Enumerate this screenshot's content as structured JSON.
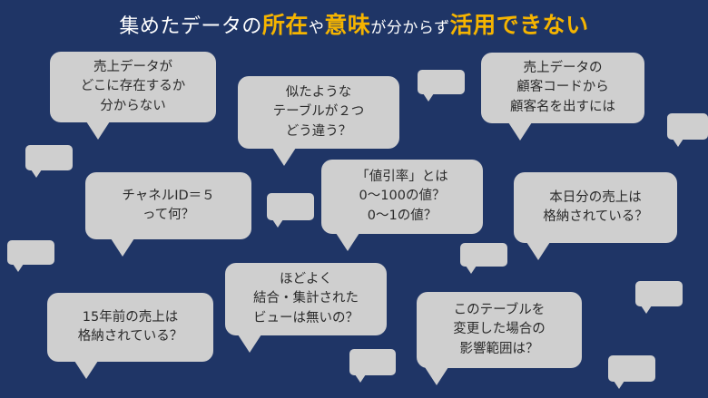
{
  "title": {
    "part1": "集めたデータの",
    "part2": "所在",
    "part3": "や",
    "part4": "意味",
    "part5": "が分からず",
    "part6": "活用できない"
  },
  "bubbles": [
    {
      "text": "売上データが\nどこに存在するか\n分からない"
    },
    {
      "text": "似たような\nテーブルが２つ\nどう違う？"
    },
    {
      "text": "売上データの\n顧客コードから\n顧客名を出すには"
    },
    {
      "text": "チャネルID＝５\nって何？"
    },
    {
      "text": "「値引率」とは\n0〜100の値？\n0〜1の値？"
    },
    {
      "text": "本日分の売上は\n格納されている？"
    },
    {
      "text": "ほどよく\n結合・集計された\nビューは無いの？"
    },
    {
      "text": "15年前の売上は\n格納されている？"
    },
    {
      "text": "このテーブルを\n変更した場合の\n影響範囲は？"
    }
  ],
  "colors": {
    "background": "#1f3566",
    "highlight": "#f5b400",
    "bubble": "#cfcfcf"
  }
}
